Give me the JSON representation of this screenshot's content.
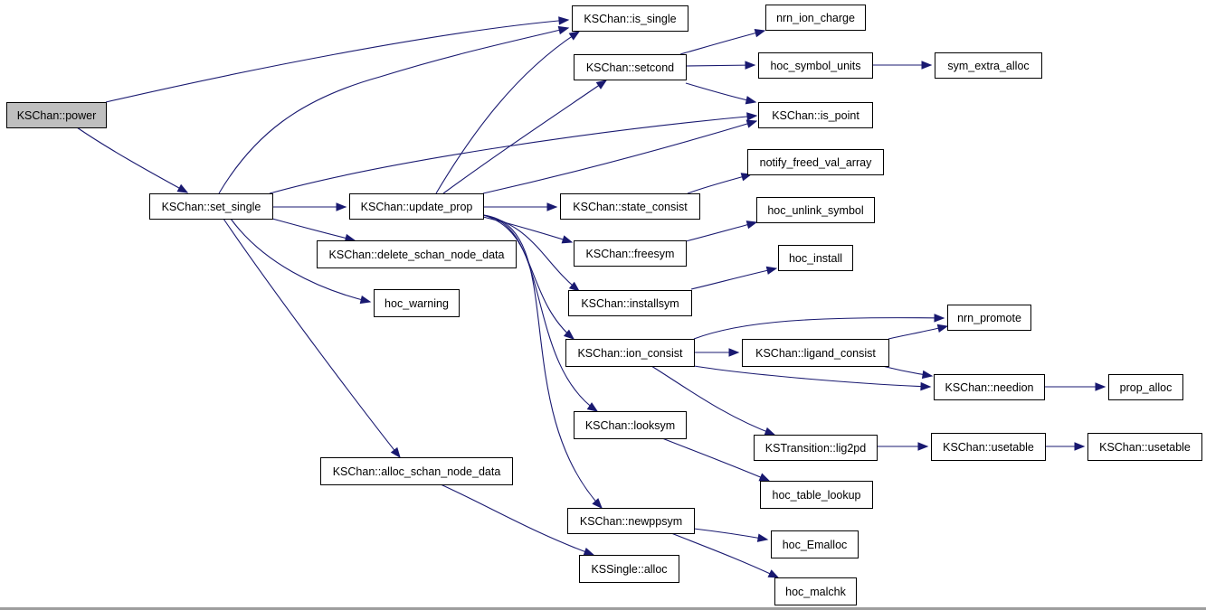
{
  "graph": {
    "colors": {
      "edge": "#191970",
      "root_fill": "#bfbfbf",
      "node_fill": "#ffffff",
      "border": "#000000"
    },
    "root": "power",
    "nodes": [
      {
        "id": "power",
        "label": "KSChan::power"
      },
      {
        "id": "is_single",
        "label": "KSChan::is_single"
      },
      {
        "id": "set_single",
        "label": "KSChan::set_single"
      },
      {
        "id": "nrn_ion_charge",
        "label": "nrn_ion_charge"
      },
      {
        "id": "setcond",
        "label": "KSChan::setcond"
      },
      {
        "id": "hoc_symbol_units",
        "label": "hoc_symbol_units"
      },
      {
        "id": "sym_extra_alloc",
        "label": "sym_extra_alloc"
      },
      {
        "id": "is_point",
        "label": "KSChan::is_point"
      },
      {
        "id": "notify_freed_val_array",
        "label": "notify_freed_val_array"
      },
      {
        "id": "update_prop",
        "label": "KSChan::update_prop"
      },
      {
        "id": "state_consist",
        "label": "KSChan::state_consist"
      },
      {
        "id": "hoc_unlink_symbol",
        "label": "hoc_unlink_symbol"
      },
      {
        "id": "delete_schan_node_data",
        "label": "KSChan::delete_schan_node_data"
      },
      {
        "id": "freesym",
        "label": "KSChan::freesym"
      },
      {
        "id": "hoc_install",
        "label": "hoc_install"
      },
      {
        "id": "installsym",
        "label": "KSChan::installsym"
      },
      {
        "id": "hoc_warning",
        "label": "hoc_warning"
      },
      {
        "id": "nrn_promote",
        "label": "nrn_promote"
      },
      {
        "id": "ion_consist",
        "label": "KSChan::ion_consist"
      },
      {
        "id": "ligand_consist",
        "label": "KSChan::ligand_consist"
      },
      {
        "id": "needion",
        "label": "KSChan::needion"
      },
      {
        "id": "prop_alloc",
        "label": "prop_alloc"
      },
      {
        "id": "looksym",
        "label": "KSChan::looksym"
      },
      {
        "id": "lig2pd",
        "label": "KSTransition::lig2pd"
      },
      {
        "id": "usetable1",
        "label": "KSChan::usetable"
      },
      {
        "id": "usetable2",
        "label": "KSChan::usetable"
      },
      {
        "id": "alloc_schan_node_data",
        "label": "KSChan::alloc_schan_node_data"
      },
      {
        "id": "hoc_table_lookup",
        "label": "hoc_table_lookup"
      },
      {
        "id": "newppsym",
        "label": "KSChan::newppsym"
      },
      {
        "id": "hoc_Emalloc",
        "label": "hoc_Emalloc"
      },
      {
        "id": "ks_alloc",
        "label": "KSSingle::alloc"
      },
      {
        "id": "hoc_malchk",
        "label": "hoc_malchk"
      }
    ],
    "edges": [
      {
        "from": "power",
        "to": "is_single"
      },
      {
        "from": "power",
        "to": "set_single"
      },
      {
        "from": "set_single",
        "to": "is_single"
      },
      {
        "from": "set_single",
        "to": "is_point"
      },
      {
        "from": "set_single",
        "to": "update_prop"
      },
      {
        "from": "set_single",
        "to": "delete_schan_node_data"
      },
      {
        "from": "set_single",
        "to": "hoc_warning"
      },
      {
        "from": "set_single",
        "to": "alloc_schan_node_data"
      },
      {
        "from": "update_prop",
        "to": "is_single"
      },
      {
        "from": "update_prop",
        "to": "setcond"
      },
      {
        "from": "update_prop",
        "to": "is_point"
      },
      {
        "from": "update_prop",
        "to": "state_consist"
      },
      {
        "from": "update_prop",
        "to": "freesym"
      },
      {
        "from": "update_prop",
        "to": "installsym"
      },
      {
        "from": "update_prop",
        "to": "ion_consist"
      },
      {
        "from": "update_prop",
        "to": "looksym"
      },
      {
        "from": "update_prop",
        "to": "newppsym"
      },
      {
        "from": "setcond",
        "to": "nrn_ion_charge"
      },
      {
        "from": "setcond",
        "to": "hoc_symbol_units"
      },
      {
        "from": "setcond",
        "to": "is_point"
      },
      {
        "from": "hoc_symbol_units",
        "to": "sym_extra_alloc"
      },
      {
        "from": "state_consist",
        "to": "notify_freed_val_array"
      },
      {
        "from": "freesym",
        "to": "hoc_unlink_symbol"
      },
      {
        "from": "installsym",
        "to": "hoc_install"
      },
      {
        "from": "ion_consist",
        "to": "nrn_promote"
      },
      {
        "from": "ion_consist",
        "to": "ligand_consist"
      },
      {
        "from": "ion_consist",
        "to": "needion"
      },
      {
        "from": "ion_consist",
        "to": "lig2pd"
      },
      {
        "from": "ligand_consist",
        "to": "nrn_promote"
      },
      {
        "from": "ligand_consist",
        "to": "needion"
      },
      {
        "from": "needion",
        "to": "prop_alloc"
      },
      {
        "from": "lig2pd",
        "to": "usetable1"
      },
      {
        "from": "usetable1",
        "to": "usetable2"
      },
      {
        "from": "looksym",
        "to": "hoc_table_lookup"
      },
      {
        "from": "alloc_schan_node_data",
        "to": "ks_alloc"
      },
      {
        "from": "newppsym",
        "to": "hoc_Emalloc"
      },
      {
        "from": "newppsym",
        "to": "hoc_malchk"
      }
    ]
  }
}
